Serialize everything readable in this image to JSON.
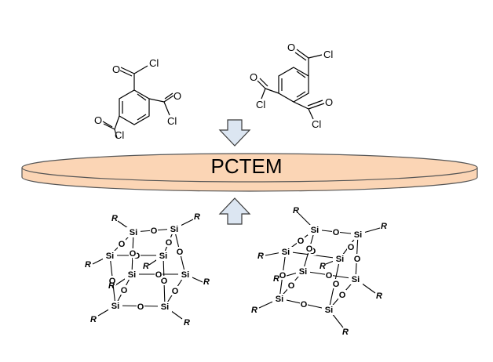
{
  "membrane": {
    "label": "PCTEM",
    "fill": "#fbd5b5",
    "stroke": "#555555"
  },
  "arrows": {
    "fill": "#dce6f2",
    "stroke": "#3a3a3a"
  },
  "acid_chloride": {
    "acyl_label": "Cl",
    "oxygen_label": "O"
  },
  "silsesquioxane": {
    "silicon_label": "Si",
    "oxygen_label": "O",
    "substituent_label": "R"
  }
}
